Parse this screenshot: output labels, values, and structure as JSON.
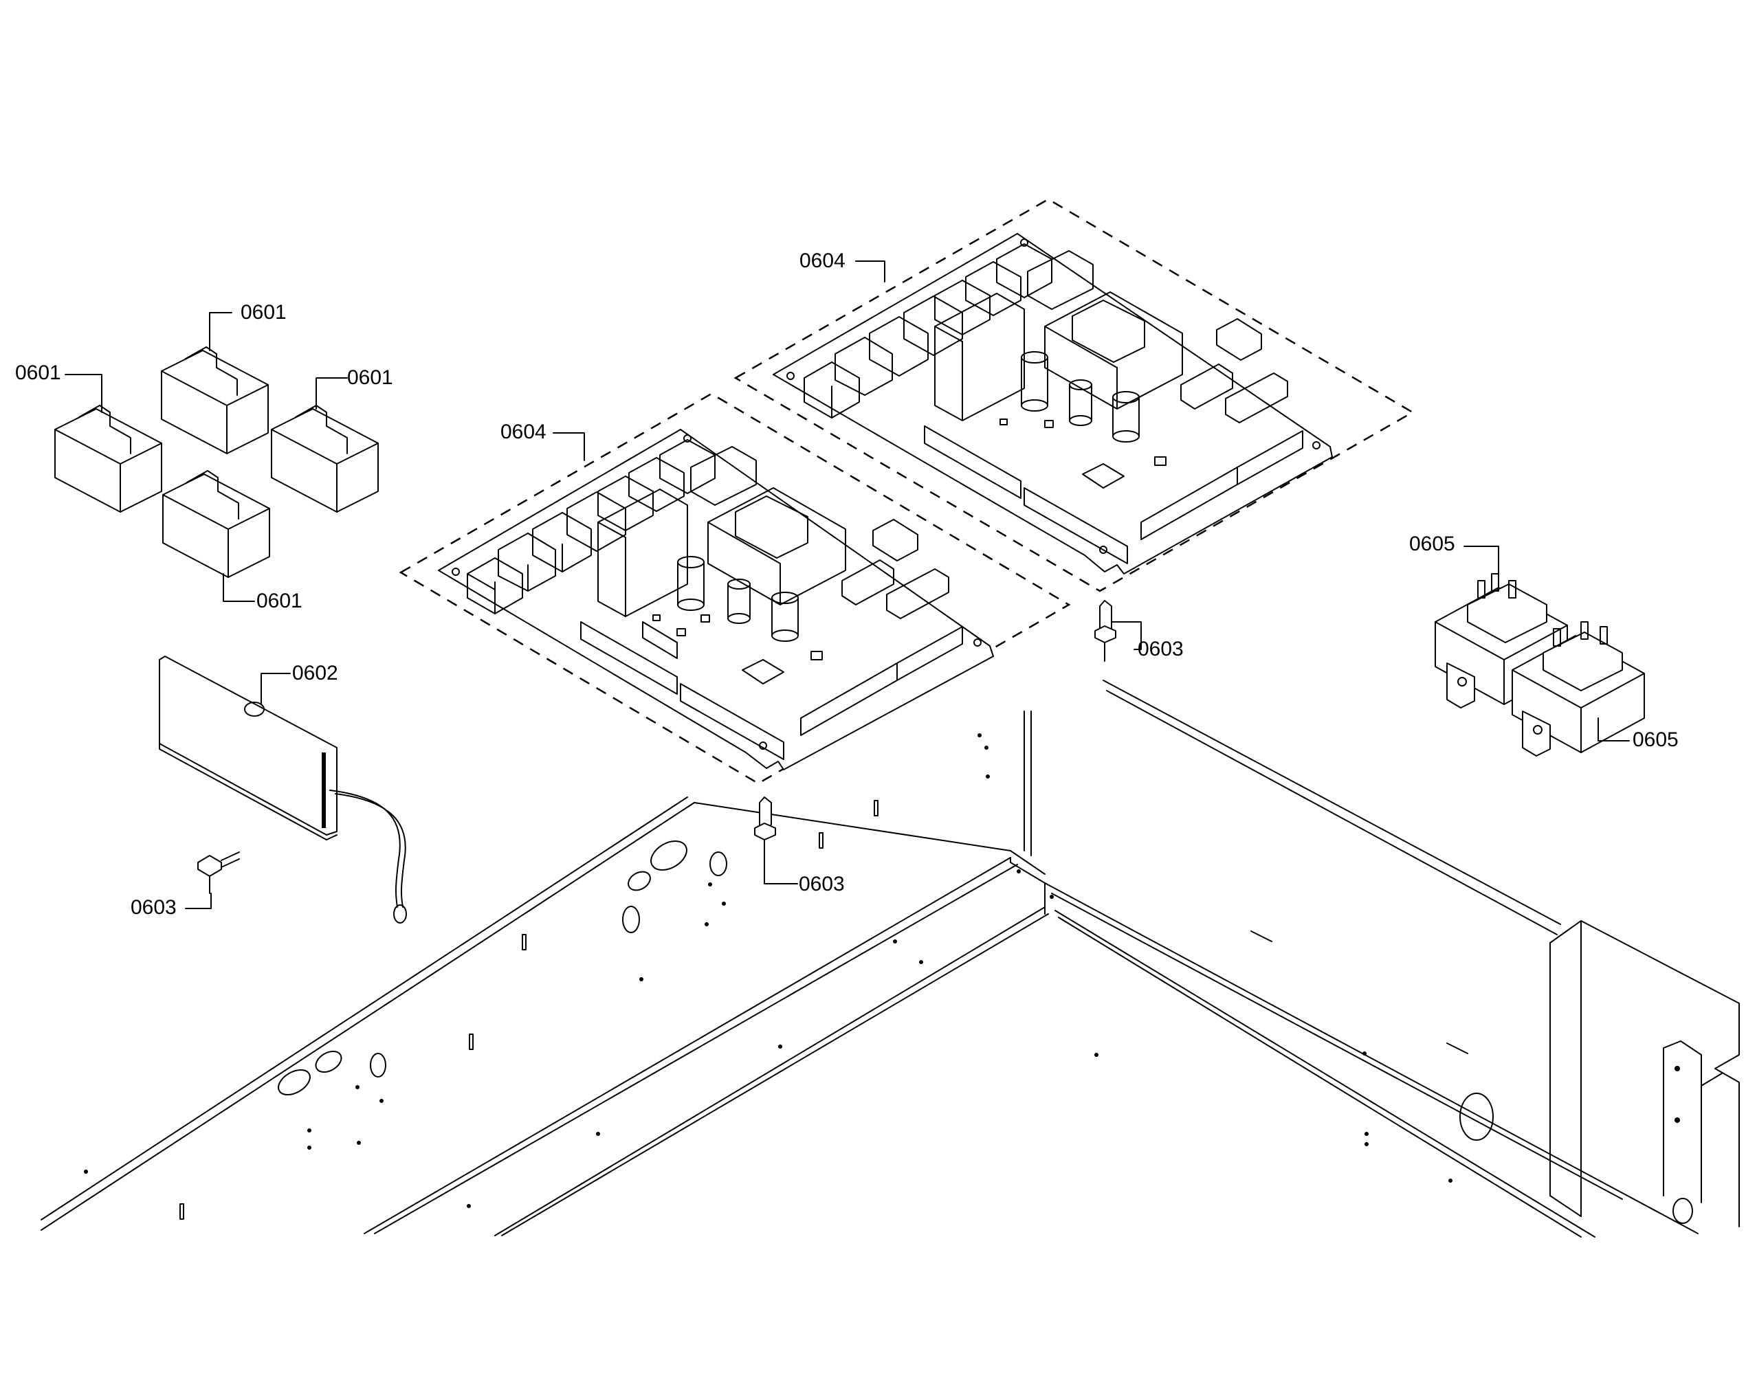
{
  "labels": {
    "p0601_a": "0601",
    "p0601_b": "0601",
    "p0601_c": "0601",
    "p0601_d": "0601",
    "p0602": "0602",
    "p0603_a": "0603",
    "p0603_b": "0603",
    "p0603_c": "0603",
    "p0604_a": "0604",
    "p0604_b": "0604",
    "p0605_a": "0605",
    "p0605_b": "0605"
  }
}
